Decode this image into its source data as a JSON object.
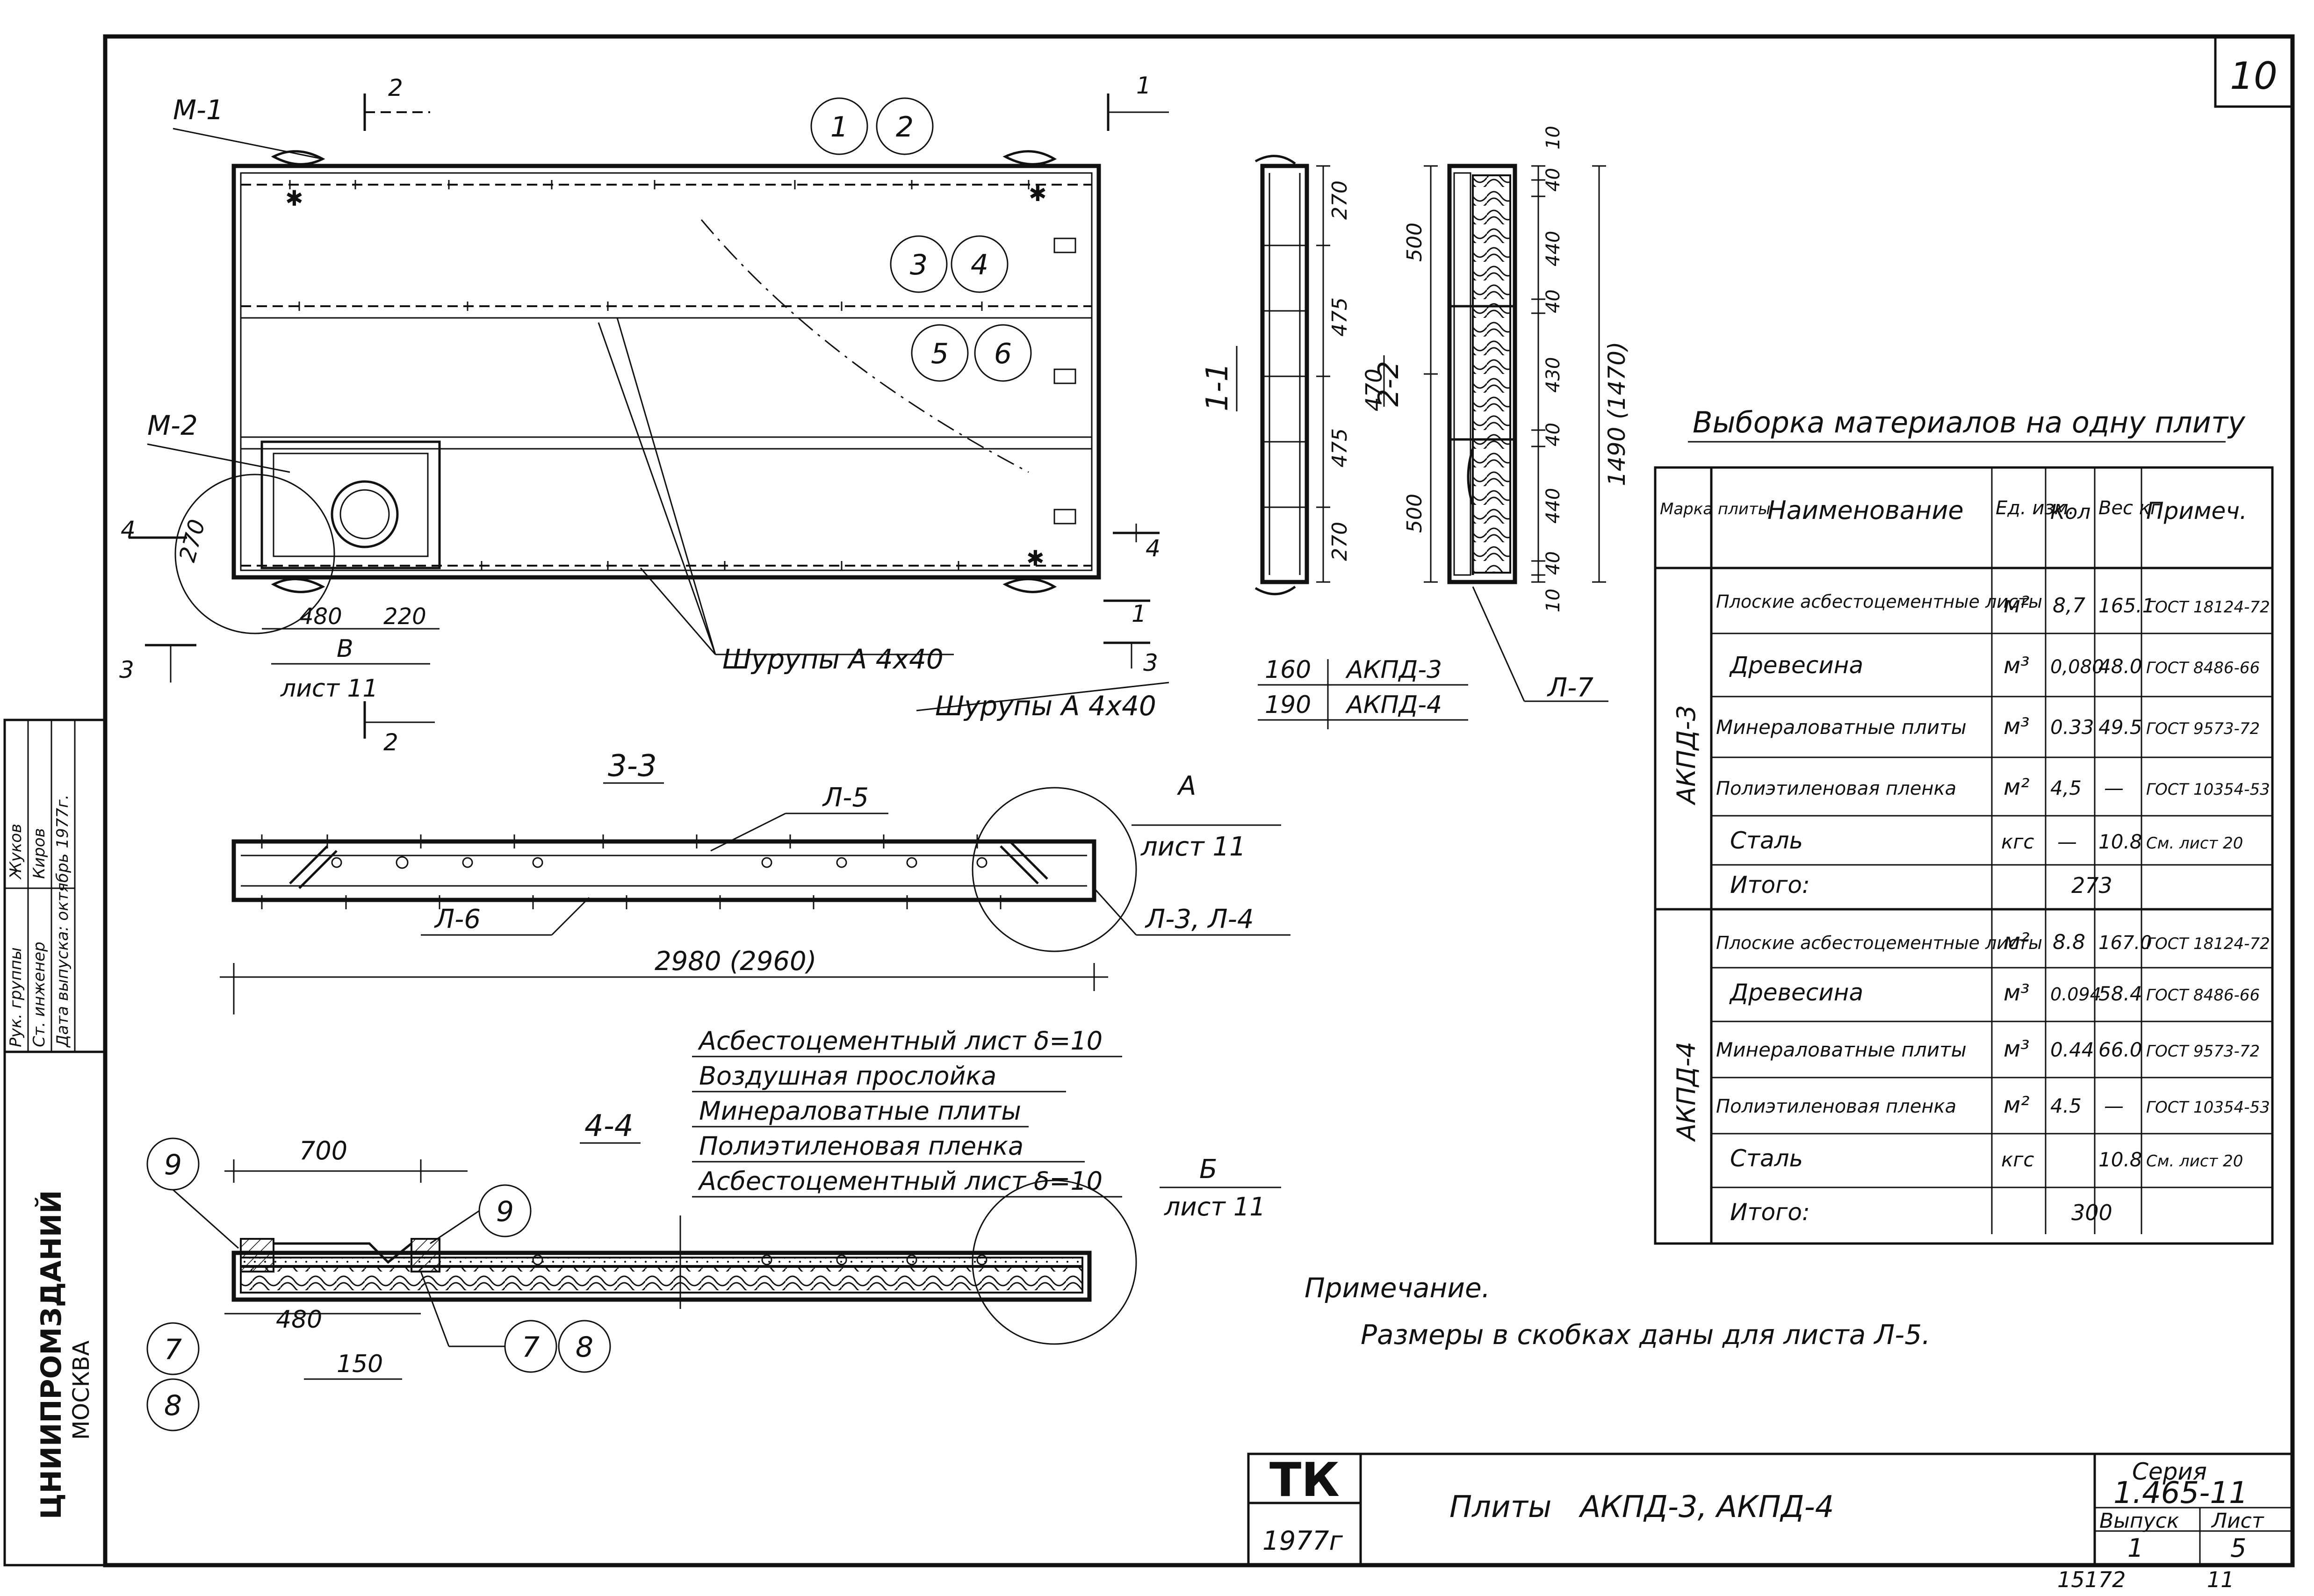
{
  "sheet_number": "10",
  "plan": {
    "leaders": {
      "m1": "М-1",
      "m2": "М-2"
    },
    "sections": {
      "s1": "1",
      "s2": "2",
      "s3": "3",
      "s4": "4"
    },
    "circles": [
      "1",
      "2",
      "3",
      "4",
      "5",
      "6"
    ],
    "dims": {
      "d270": "270",
      "d480": "480",
      "d220": "220"
    },
    "callout_b": "В",
    "callout_b_sheet": "лист 11",
    "screws": "Шурупы А 4х40"
  },
  "section_1_1": {
    "label": "1-1",
    "dims": [
      "270",
      "475",
      "475",
      "270"
    ]
  },
  "section_2_2": {
    "label_top": "2-2",
    "label_bottom": "470",
    "dims_left": [
      "500",
      "500"
    ],
    "dims_right": [
      "10",
      "40",
      "440",
      "40",
      "430",
      "40",
      "440",
      "40",
      "10"
    ],
    "total": "1490 (1470)",
    "leader": "Л-7"
  },
  "thickness": [
    {
      "value": "160",
      "mark": "АКПД-3"
    },
    {
      "value": "190",
      "mark": "АКПД-4"
    }
  ],
  "section_3_3": {
    "label": "3-3",
    "l5": "Л-5",
    "l6": "Л-6",
    "l34": "Л-3, Л-4",
    "callout_a": "А",
    "callout_a_sheet": "лист 11",
    "length": "2980 (2960)"
  },
  "section_4_4": {
    "label": "4-4",
    "d700": "700",
    "d480": "480",
    "d150": "150",
    "circles": [
      "9",
      "9",
      "7",
      "8",
      "7",
      "8"
    ],
    "callout_b": "Б",
    "callout_b_sheet": "лист 11",
    "layers": [
      "Асбестоцементный лист δ=10",
      "Воздушная прослойка",
      "Минераловатные плиты",
      "Полиэтиленовая пленка",
      "Асбестоцементный лист δ=10"
    ]
  },
  "materials": {
    "title": "Выборка материалов на одну плиту",
    "headers": {
      "mark": "Марка плиты",
      "name": "Наименование",
      "unit": "Ед. изм.",
      "qty": "Кол",
      "weight": "Вес кг",
      "note": "Примеч."
    },
    "groups": [
      {
        "mark": "АКПД-3",
        "rows": [
          {
            "name": "Плоские асбестоцементные листы",
            "unit": "м²",
            "qty": "8,7",
            "weight": "165.1",
            "note": "ГОСТ 18124-72"
          },
          {
            "name": "Древесина",
            "unit": "м³",
            "qty": "0,080",
            "weight": "48.0",
            "note": "ГОСТ 8486-66"
          },
          {
            "name": "Минераловатные плиты",
            "unit": "м³",
            "qty": "0.33",
            "weight": "49.5",
            "note": "ГОСТ 9573-72"
          },
          {
            "name": "Полиэтиленовая пленка",
            "unit": "м²",
            "qty": "4,5",
            "weight": "—",
            "note": "ГОСТ 10354-53"
          },
          {
            "name": "Сталь",
            "unit": "кгс",
            "qty": "—",
            "weight": "10.8",
            "note": "См. лист 20"
          }
        ],
        "total_label": "Итого:",
        "total": "273"
      },
      {
        "mark": "АКПД-4",
        "rows": [
          {
            "name": "Плоские асбестоцементные листы",
            "unit": "м²",
            "qty": "8.8",
            "weight": "167.0",
            "note": "ГОСТ 18124-72"
          },
          {
            "name": "Древесина",
            "unit": "м³",
            "qty": "0.094",
            "weight": "58.4",
            "note": "ГОСТ 8486-66"
          },
          {
            "name": "Минераловатные плиты",
            "unit": "м³",
            "qty": "0.44",
            "weight": "66.0",
            "note": "ГОСТ 9573-72"
          },
          {
            "name": "Полиэтиленовая пленка",
            "unit": "м²",
            "qty": "4.5",
            "weight": "—",
            "note": "ГОСТ 10354-53"
          },
          {
            "name": "Сталь",
            "unit": "кгс",
            "qty": "",
            "weight": "10.8",
            "note": "См. лист 20"
          }
        ],
        "total_label": "Итого:",
        "total": "300"
      }
    ]
  },
  "note": {
    "title": "Примечание.",
    "text": "Размеры в скобках даны для листа Л-5."
  },
  "title_block": {
    "tk": "ТК",
    "year": "1977г",
    "title": "Плиты   АКПД-3, АКПД-4",
    "series_label": "Серия",
    "series": "1.465-11",
    "issue_label": "Выпуск",
    "issue": "1",
    "sheet_label": "Лист",
    "sheet": "5"
  },
  "side_stamp": {
    "org": "ЦНИИПРОМЗДАНИЙ",
    "city": "МОСКВА",
    "rows": [
      "Рук. группы",
      "Ст. инженер",
      "Дата выпуска: октябрь 1977г."
    ],
    "names": [
      "Жуков",
      "Киров"
    ]
  },
  "footer": {
    "archive": "15172",
    "page": "11"
  }
}
